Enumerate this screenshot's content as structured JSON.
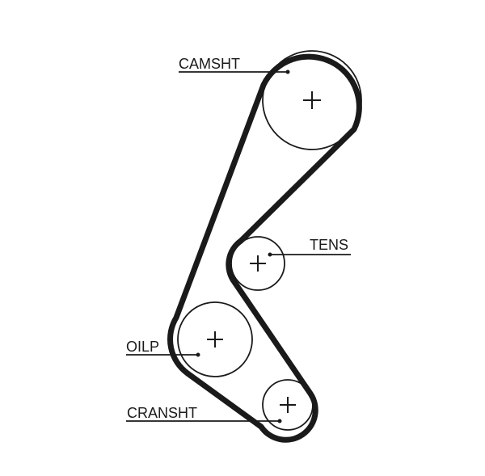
{
  "diagram": {
    "colors": {
      "line": "#1a1a1a",
      "background": "#ffffff"
    },
    "labels": {
      "camshaft": "CAMSHT",
      "tensioner": "TENS",
      "oil_pump": "OILP",
      "crankshaft": "CRANSHT"
    }
  }
}
